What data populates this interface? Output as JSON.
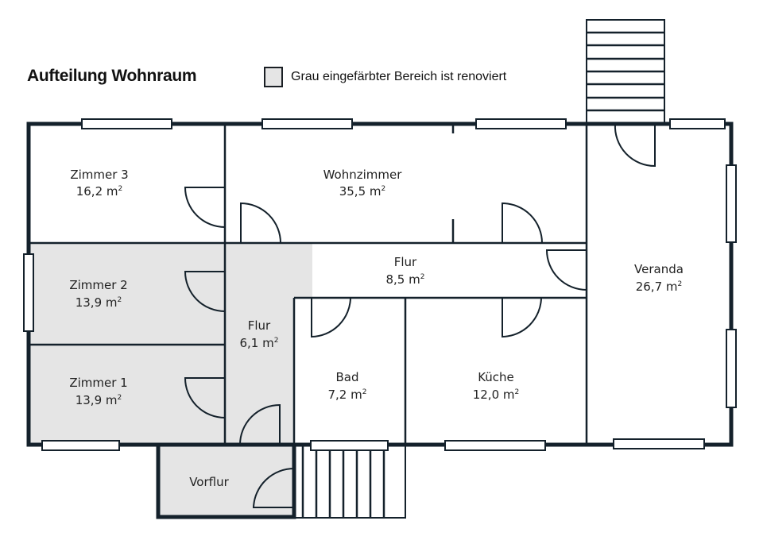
{
  "title": "Aufteilung Wohnraum",
  "legend": {
    "text": "Grau eingefärbter Bereich ist renoviert",
    "renovated_color": "#e5e5e5"
  },
  "colors": {
    "wall": "#14212b",
    "renovated": "#e5e5e5",
    "background": "#ffffff"
  },
  "area_unit": "m",
  "area_exponent": "2",
  "rooms": [
    {
      "id": "zimmer3",
      "name": "Zimmer 3",
      "area": "16,2",
      "renovated": false
    },
    {
      "id": "wohnzimmer",
      "name": "Wohnzimmer",
      "area": "35,5",
      "renovated": false
    },
    {
      "id": "veranda",
      "name": "Veranda",
      "area": "26,7",
      "renovated": false
    },
    {
      "id": "zimmer2",
      "name": "Zimmer 2",
      "area": "13,9",
      "renovated": true
    },
    {
      "id": "flur-small",
      "name": "Flur",
      "area": "6,1",
      "renovated": true
    },
    {
      "id": "flur-large",
      "name": "Flur",
      "area": "8,5",
      "renovated": false
    },
    {
      "id": "zimmer1",
      "name": "Zimmer 1",
      "area": "13,9",
      "renovated": true
    },
    {
      "id": "bad",
      "name": "Bad",
      "area": "7,2",
      "renovated": false
    },
    {
      "id": "kueche",
      "name": "Küche",
      "area": "12,0",
      "renovated": false
    },
    {
      "id": "vorflur",
      "name": "Vorflur",
      "area": "",
      "renovated": true
    }
  ]
}
